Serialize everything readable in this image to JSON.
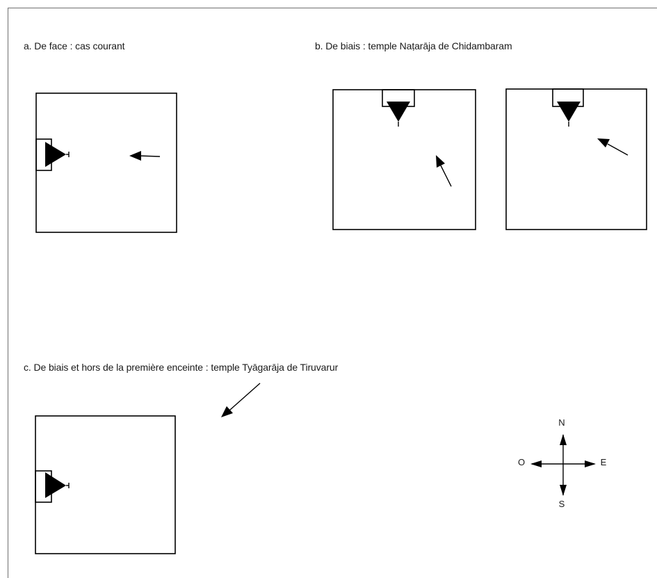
{
  "panels": {
    "a": {
      "caption": "a. De face : cas courant"
    },
    "b": {
      "caption": "b. De biais : temple Naṭarāja de Chidambaram"
    },
    "c": {
      "caption": "c. De biais et hors de la première enceinte : temple Tyāgarāja de Tiruvarur"
    }
  },
  "compass": {
    "north": "N",
    "west": "O",
    "east": "E",
    "south": "S"
  },
  "colors": {
    "stroke": "#000000",
    "text": "#1a1a1a",
    "frame": "#6f6f6f",
    "background": "#ffffff"
  }
}
